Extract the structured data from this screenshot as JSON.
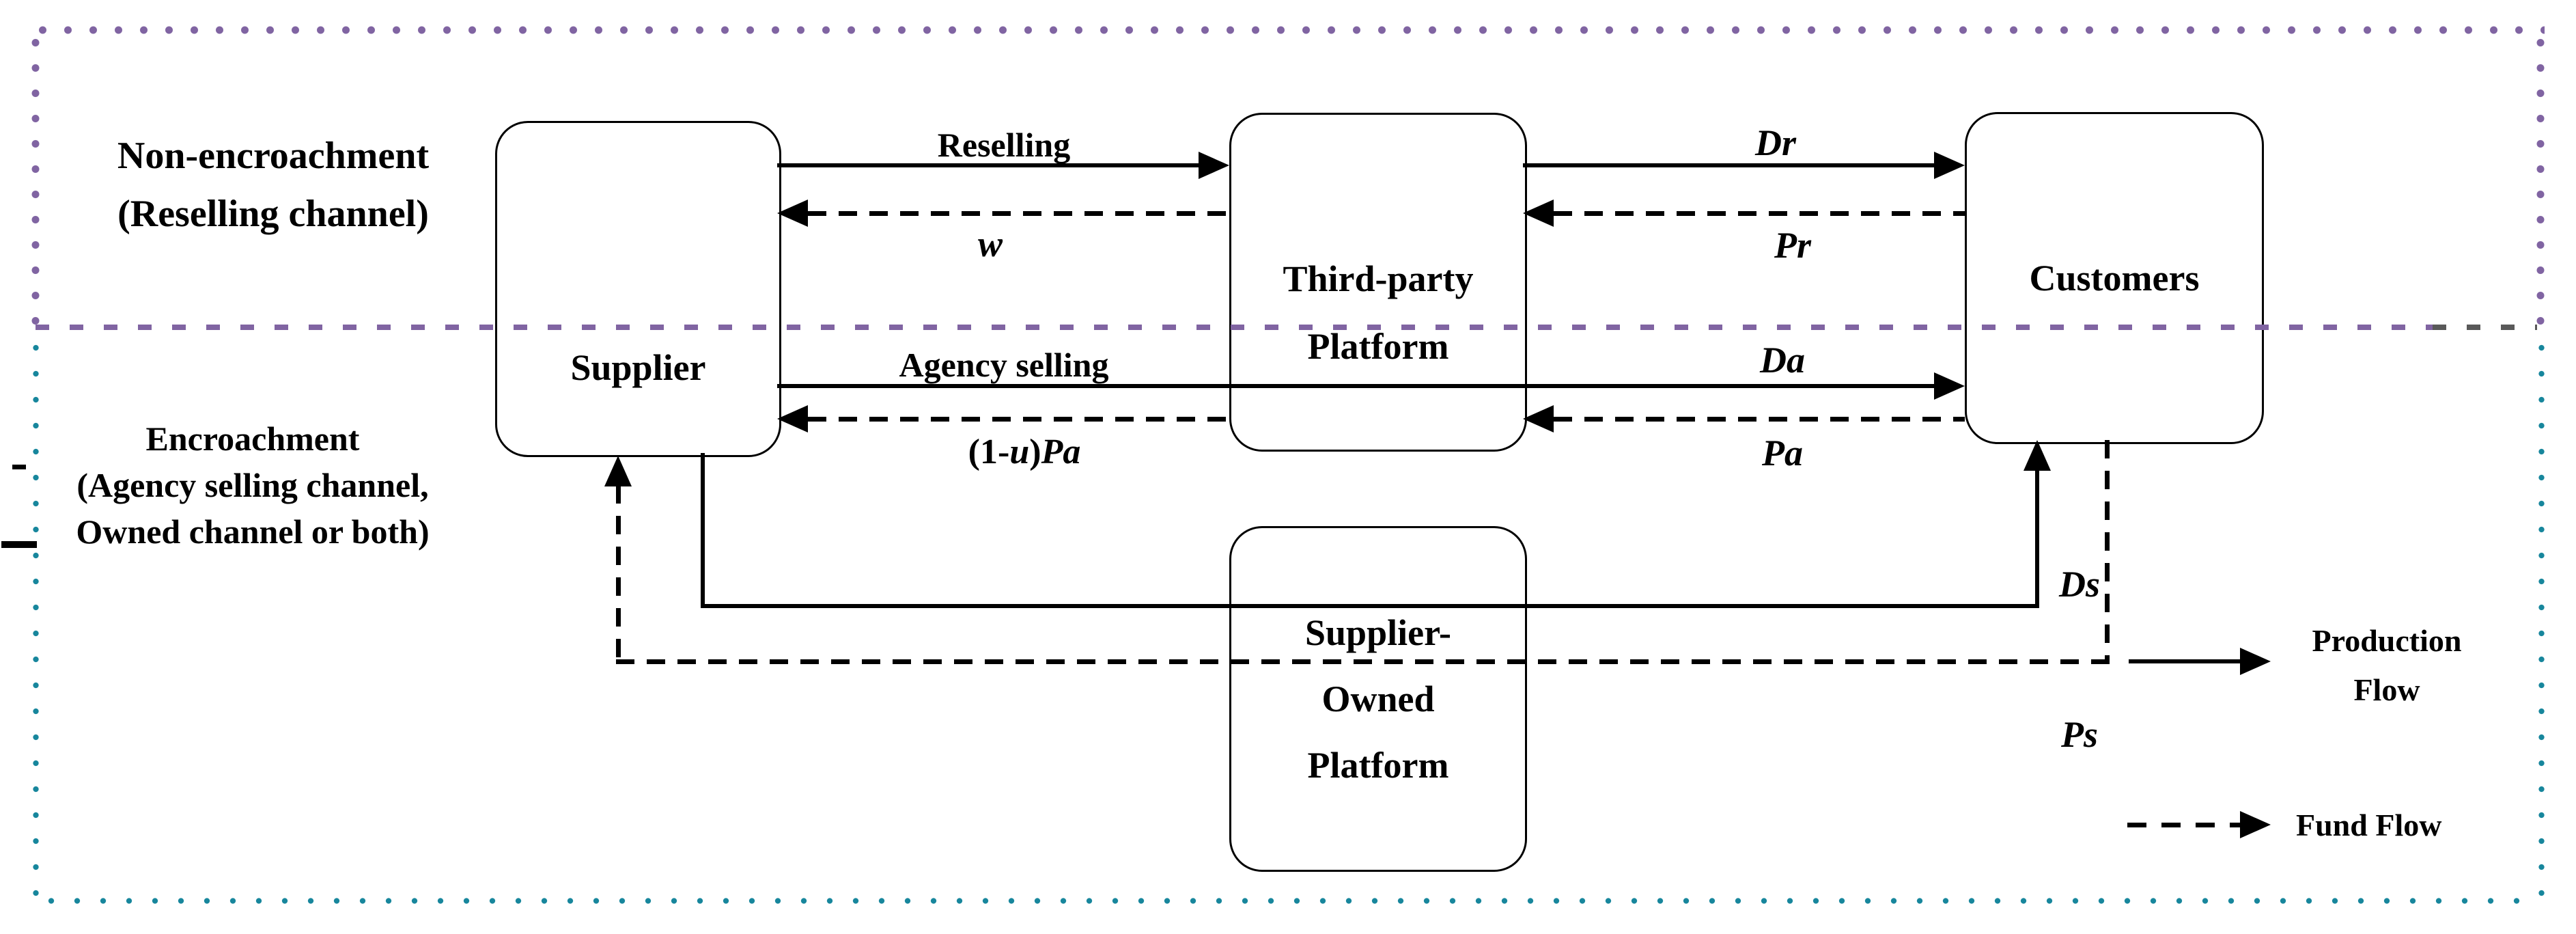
{
  "diagram": {
    "regions": {
      "non_encroachment": {
        "line1": "Non-encroachment",
        "line2": "(Reselling channel)"
      },
      "encroachment": {
        "line1": "Encroachment",
        "line2": "(Agency selling channel,",
        "line3": "Owned channel or both)"
      }
    },
    "nodes": {
      "supplier": {
        "label": "Supplier"
      },
      "third_party_platform": {
        "line1": "Third-party",
        "line2": "Platform"
      },
      "customers": {
        "label": "Customers"
      },
      "supplier_owned_platform": {
        "line1": "Supplier-",
        "line2": "Owned",
        "line3": "Platform"
      }
    },
    "flows": {
      "reselling": {
        "label": "Reselling"
      },
      "wholesale_price": {
        "label": "w"
      },
      "dr": {
        "label": "Dr"
      },
      "pr": {
        "label": "Pr"
      },
      "agency_selling": {
        "label": "Agency selling"
      },
      "da": {
        "label": "Da"
      },
      "agency_payout": {
        "part1": "(1-",
        "part2": "u",
        "part3": ")",
        "part4": "Pa"
      },
      "pa": {
        "label": "Pa"
      },
      "ds": {
        "label": "Ds"
      },
      "ps": {
        "label": "Ps"
      }
    },
    "legend": {
      "production_flow": {
        "line1": "Production",
        "line2": "Flow"
      },
      "fund_flow": {
        "label": "Fund Flow"
      }
    },
    "colors": {
      "purple_border": "#8064A2",
      "teal_border": "#17869C",
      "divider_gray": "#595959",
      "line_black": "#000000"
    }
  }
}
